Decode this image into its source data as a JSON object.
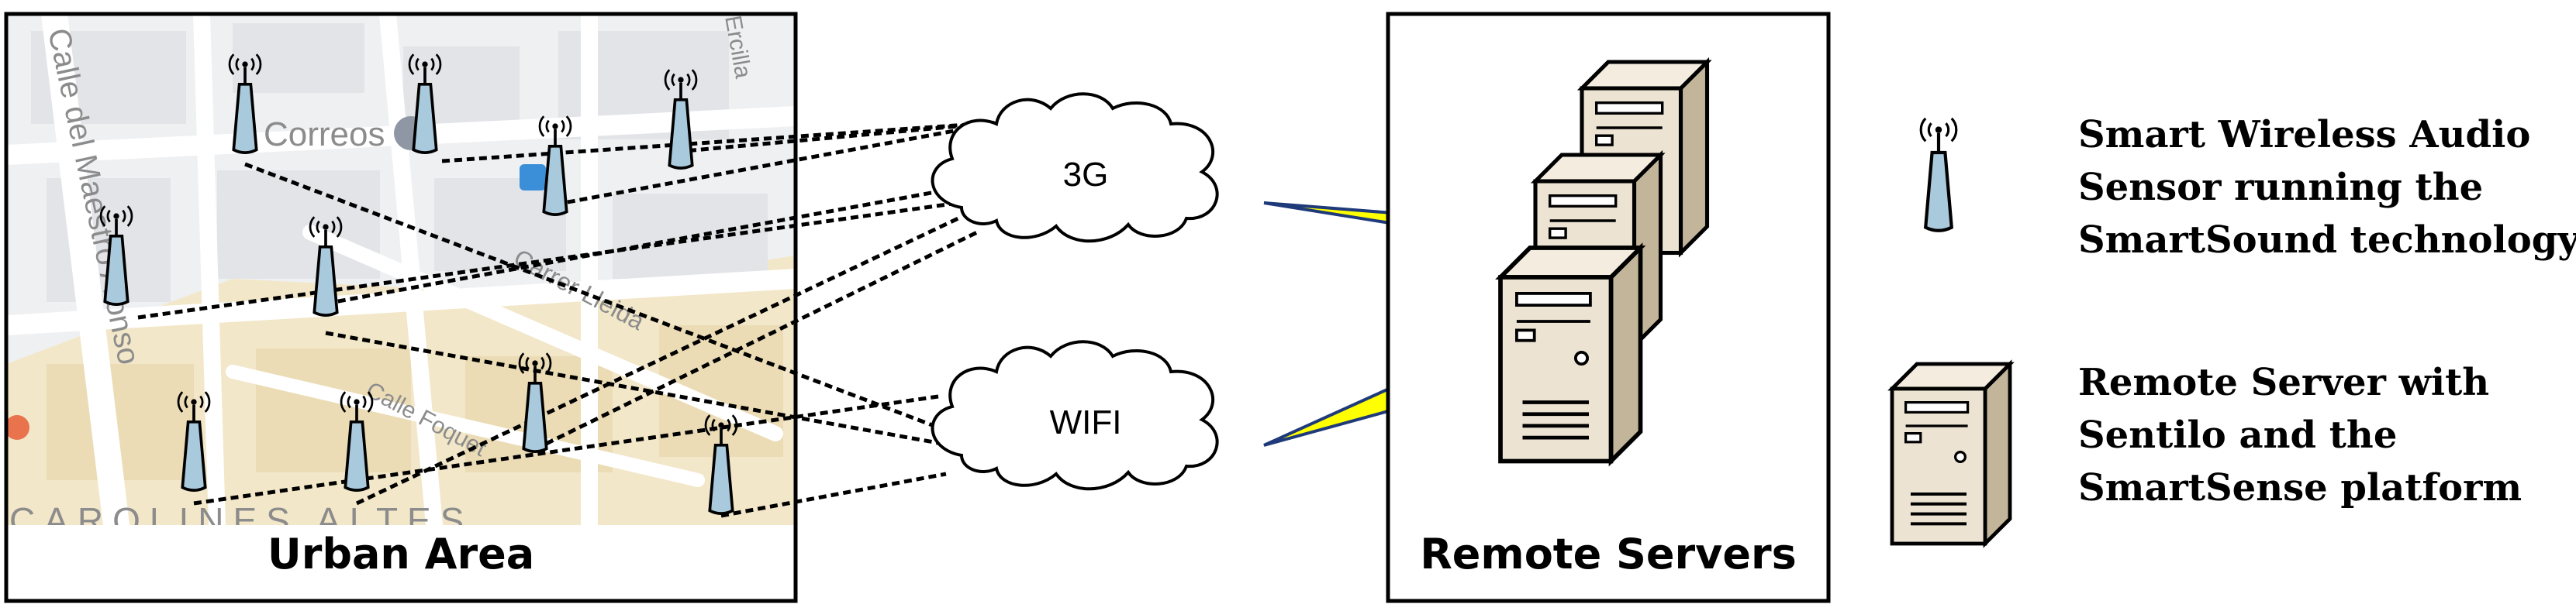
{
  "urban_area": {
    "title": "Urban Area",
    "map_labels": [
      "Calle del Maestro Alonso",
      "Correos",
      "Carrer Lleida",
      "Calle Foquet",
      "Ercilla",
      "CAROLINES ALTES"
    ]
  },
  "remote_servers": {
    "title": "Remote Servers"
  },
  "networks": {
    "cellular": "3G",
    "wifi": "WIFI"
  },
  "legend": {
    "sensor_lines": [
      "Smart Wireless Audio",
      "Sensor running the",
      "SmartSound technology"
    ],
    "server_lines": [
      "Remote Server with",
      "Sentilo and the",
      "SmartSense platform"
    ]
  },
  "colors": {
    "sensor_body": "#a9c9dc",
    "sensor_outline": "#000000",
    "server_front": "#ece3d2",
    "server_side": "#c2b59a",
    "link_line": "#1f3a7a",
    "bolt": "#ffff00",
    "map_background": "#eef0f2",
    "map_road": "#ffffff",
    "map_sand": "#f3e7c9"
  }
}
